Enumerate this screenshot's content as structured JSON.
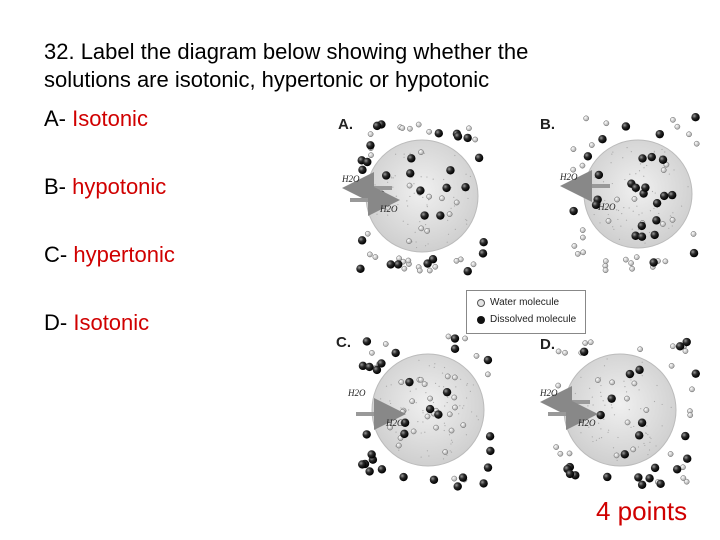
{
  "question": {
    "line1": "32. Label the diagram below showing whether the",
    "line2": "solutions are isotonic, hypertonic or hypotonic"
  },
  "answers": [
    {
      "letter": "A-",
      "value": "Isotonic"
    },
    {
      "letter": "B-",
      "value": "hypotonic"
    },
    {
      "letter": "C-",
      "value": "hypertonic"
    },
    {
      "letter": "D-",
      "value": "Isotonic"
    }
  ],
  "panels": [
    {
      "label": "A."
    },
    {
      "label": "B."
    },
    {
      "label": "C."
    },
    {
      "label": "D."
    }
  ],
  "legend": {
    "water": "Water molecule",
    "dissolved": "Dissolved molecule"
  },
  "arrow_label": "H2O",
  "points": "4 points",
  "colors": {
    "answer": "#d00000",
    "dissolved": "#111111",
    "water": "#e4e4e4"
  }
}
